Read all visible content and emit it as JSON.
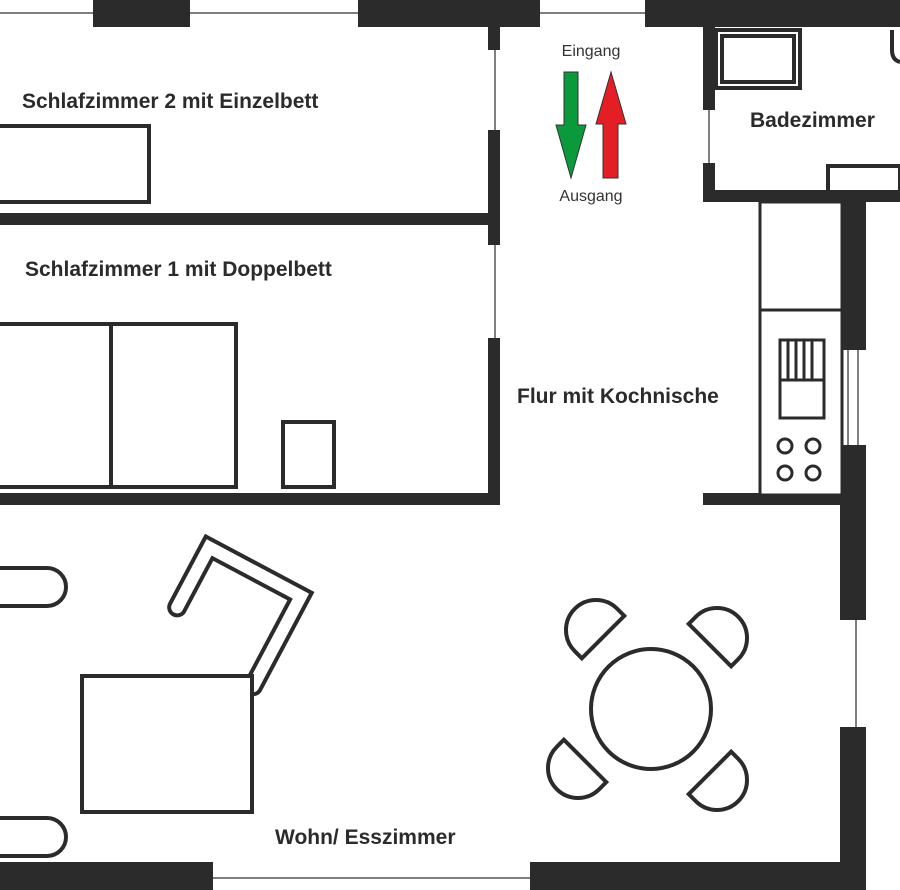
{
  "rooms": {
    "bedroom2": "Schlafzimmer 2 mit Einzelbett",
    "bedroom1": "Schlafzimmer 1  mit Doppelbett",
    "bathroom": "Badezimmer",
    "hallway": "Flur mit Kochnische",
    "living": "Wohn/ Esszimmer"
  },
  "entrance": {
    "in_label": "Eingang",
    "out_label": "Ausgang",
    "in_arrow_color": "#0a9a3c",
    "out_arrow_color": "#e31e24"
  },
  "colors": {
    "wall": "#2b2b2b"
  }
}
